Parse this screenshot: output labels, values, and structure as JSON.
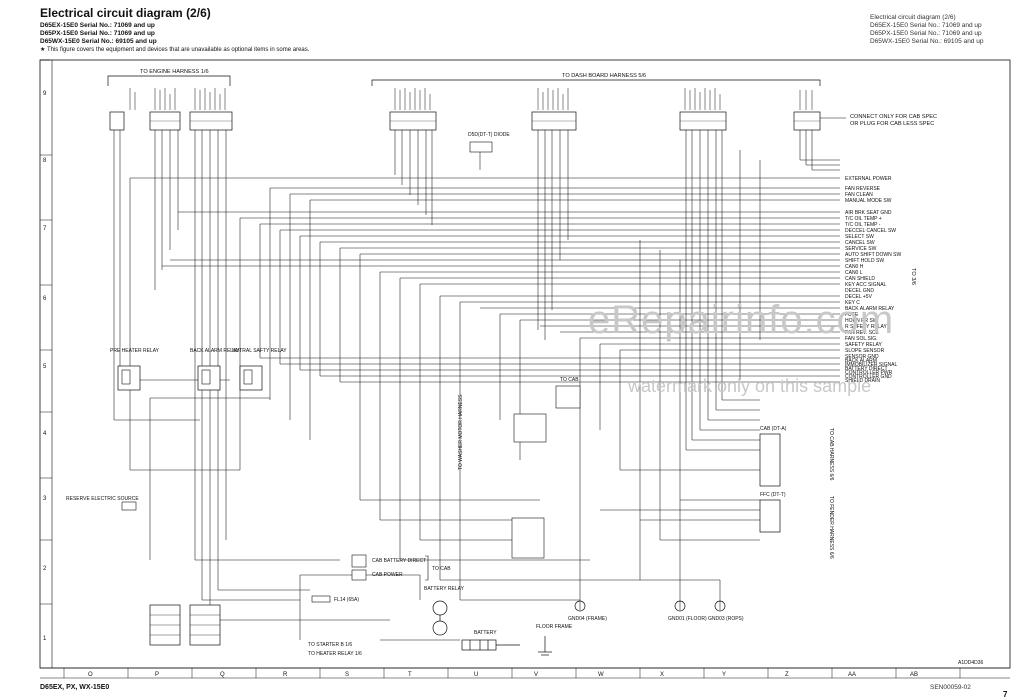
{
  "header": {
    "title": "Electrical circuit diagram (2/6)",
    "models": [
      "D65EX-15E0 Serial No.: 71069 and up",
      "D65PX-15E0 Serial No.: 71069 and up",
      "D65WX-15E0 Serial No.: 69105 and up"
    ],
    "note": "★  This figure covers the equipment and devices that are unavailable as optional items in some areas.",
    "right_title": "Electrical circuit diagram (2/6)",
    "right_models": [
      "D65EX-15E0 Serial No.: 71069 and up",
      "D65PX-15E0 Serial No.: 71069 and up",
      "D65WX-15E0 Serial No.: 69105 and up"
    ]
  },
  "footer": {
    "left": "D65EX, PX, WX-15E0",
    "doc": "SEN00059-02",
    "page": "7",
    "figure_id": "A1DD4D36"
  },
  "watermark": {
    "line1": "eRepairinfo.com",
    "line2": "watermark only on this sample"
  },
  "grid": {
    "bottom": [
      "O",
      "P",
      "Q",
      "R",
      "S",
      "T",
      "U",
      "V",
      "W",
      "X",
      "Y",
      "Z",
      "AA",
      "AB"
    ],
    "left": [
      "9",
      "8",
      "7",
      "6",
      "5",
      "4",
      "3",
      "2",
      "1"
    ]
  },
  "diagram": {
    "harness_engine": "TO ENGINE HARNESS 1/6",
    "harness_dashboard": "TO DASH BOARD HARNESS 5/6",
    "connect_cab_spec": "CONNECT ONLY FOR CAB SPEC",
    "plug_cab_less": "OR PLUG FOR CAB LESS SPEC",
    "to_3_6": "TO 3/6",
    "to_cab": "TO CAB",
    "diode": "D5D(DT-T) DIODE",
    "relays": [
      "PRE HEATER RELAY",
      "BACK ALARM RELAY",
      "NUTRAL SAFTY RELAY"
    ],
    "reserve_source": "RESERVE ELECTRIC SOURCE",
    "cab_battery": "CAB BATTERY DIRECT",
    "cab_power": "CAB POWER",
    "battery_relay": "BATTERY RELAY",
    "battery": "BATTERY",
    "floor_frame": "FLOOR FRAME",
    "to_starter": "TO STARTER B 1/6",
    "to_heater": "TO HEATER RELAY 1/6",
    "fl14": "FL14 (65A)",
    "grounds": [
      "GND04 (FRAME)",
      "GND01 (FLOOR)",
      "GND03 (ROPS)"
    ],
    "cab_conn": "CAB (DT-A)",
    "ffc_conn": "FFC (DT-T)",
    "to_cab_harness": "TO CAB HARNESS 6/6",
    "to_fender_harness": "TO FENDER HARNESS 6/6",
    "to_washer": "TO WASHER MOTOR HARNESS",
    "signals_right": [
      "EXTERNAL POWER",
      "FAN REVERSE",
      "FAN CLEAN",
      "MANUAL MODE SW",
      "AIR BRK SEAT GND",
      "T/C OIL TEMP +",
      "T/C OIL TEMP -",
      "DECCEL CANCEL SW",
      "SELECT SW",
      "CANCEL SW",
      "SERVICE SW",
      "AUTO SHIFT DOWN SW",
      "SHIFT HOLD SW",
      "CAN0 H",
      "CAN0 L",
      "CAN SHIELD",
      "KEY ACC SIGNAL",
      "DECEL GND",
      "DECEL +5V",
      "KEY C",
      "BACK ALARM RELAY",
      "FUSE",
      "HORN PR SW",
      "R SAFETY RELAY",
      "FAN REV. SOL",
      "FAN SOL.SIG.",
      "SAFETY RELAY",
      "SLOPE SENSOR",
      "SENSOR GND",
      "BACK ALARM",
      "IMMOBILIZER SIGNAL",
      "BATTERY DIRECT",
      "CONTROLLER PWR",
      "CONTROLLER GND",
      "SHIELD DRAIN"
    ]
  }
}
